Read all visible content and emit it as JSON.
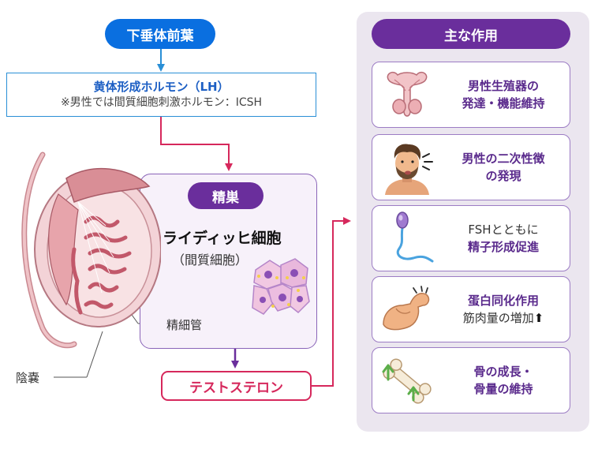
{
  "pituitary": "下垂体前葉",
  "lh": {
    "title": "黄体形成ホルモン（LH）",
    "subtitle": "※男性では間質細胞刺激ホルモン：ICSH"
  },
  "testis": {
    "label": "精巣",
    "leydig": "ライディッヒ細胞",
    "leydig_sub": "（間質細胞）",
    "tubule": "精細管",
    "scrotum": "陰嚢"
  },
  "testosterone": "テストステロン",
  "main_actions": {
    "title": "主な作用",
    "items": [
      {
        "line1": "男性生殖器の",
        "line2": "発達・機能維持",
        "icon": "male-reproductive-organ-icon"
      },
      {
        "line1": "男性の二次性徴",
        "line2": "の発現",
        "icon": "bearded-man-icon"
      },
      {
        "line1": "FSHとともに",
        "line2": "精子形成促進",
        "icon": "sperm-icon"
      },
      {
        "line1": "蛋白同化作用",
        "line2": "筋肉量の増加",
        "arrow": "⬆",
        "icon": "flexed-arm-icon"
      },
      {
        "line1": "骨の成長・",
        "line2": "骨量の維持",
        "icon": "bone-icon"
      }
    ]
  },
  "colors": {
    "pituitary_fill": "#0a6fe0",
    "lh_border": "#2a8fd6",
    "testosterone": "#d6285c",
    "purple": "#6a2e9c",
    "panel_bg": "#ebe6ef"
  }
}
